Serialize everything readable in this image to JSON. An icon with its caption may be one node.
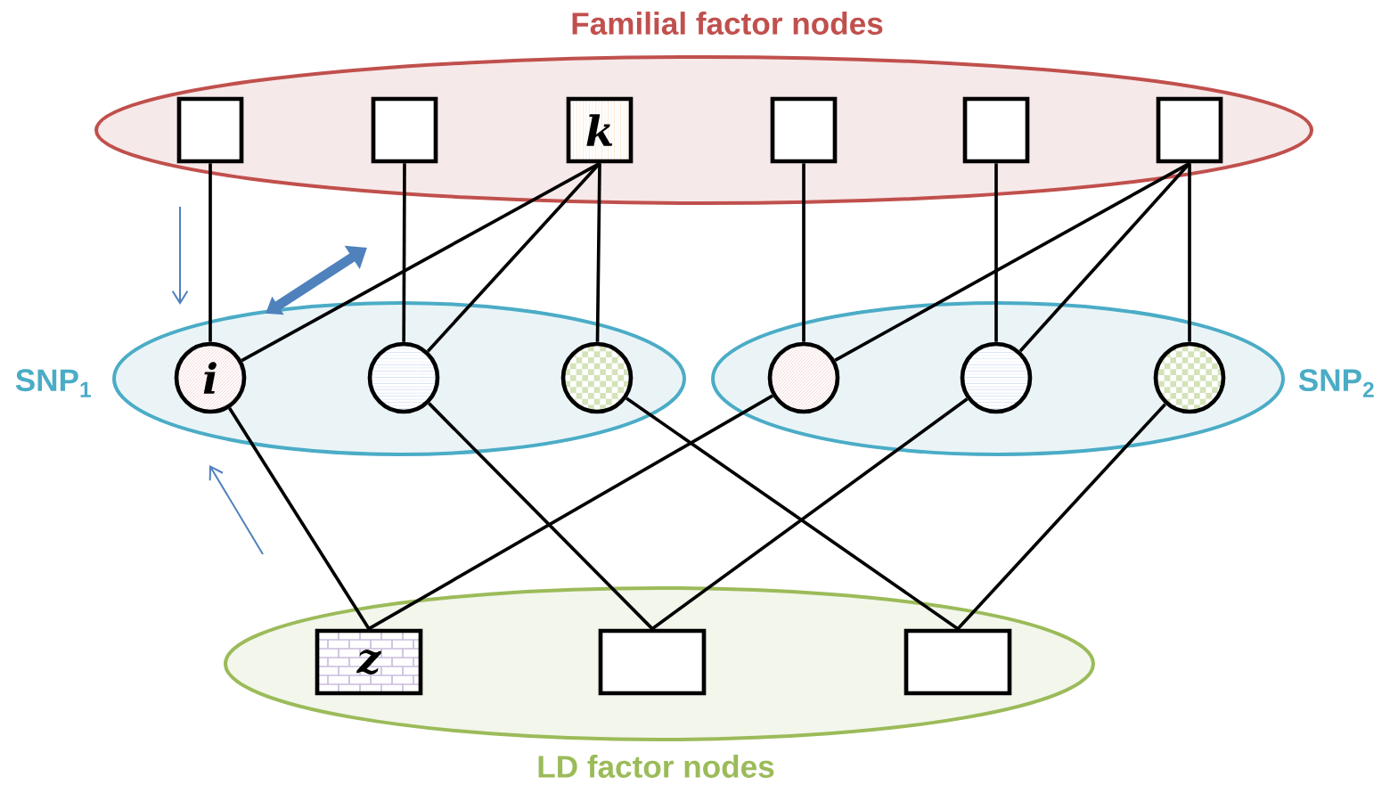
{
  "diagram": {
    "nodes": [
      {
        "text": [
          "Familial factor nodes"
        ]
      },
      {
        "text": [
          "SNP$_{1}$"
        ]
      },
      {
        "text": [
          "SNP$_{2}$"
        ]
      },
      {
        "text": [
          "LD factor nodes"
        ]
      },
      {
        "text": [],
        "shape": "box",
        "in": 0
      },
      {
        "text": [],
        "shape": "box",
        "in": 0
      },
      {
        "text": [
          "k"
        ],
        "in": 0
      },
      {
        "text": [],
        "shape": "box",
        "in": 0
      },
      {
        "text": [],
        "shape": "box",
        "in": 0
      },
      {
        "text": [],
        "shape": "box",
        "in": 0
      },
      {
        "text": [
          "i"
        ],
        "in": 1
      },
      {
        "text": [],
        "shape": "circle",
        "in": 1
      },
      {
        "text": [],
        "shape": "circle",
        "in": 1
      },
      {
        "text": [],
        "shape": "circle",
        "in": 2
      },
      {
        "text": [],
        "shape": "circle",
        "in": 2
      },
      {
        "text": [],
        "shape": "circle",
        "in": 2
      },
      {
        "text": [
          "z"
        ],
        "in": 3
      },
      {
        "text": [],
        "shape": "box",
        "in": 3
      },
      {
        "text": [],
        "shape": "box",
        "in": 3
      }
    ],
    "edges": [
      {
        "from": 4,
        "to": 10,
        "arrow": "none"
      },
      {
        "from": 5,
        "to": 11,
        "arrow": "none"
      },
      {
        "from": 6,
        "to": 10,
        "arrow": "none"
      },
      {
        "from": 6,
        "to": 11,
        "arrow": "none"
      },
      {
        "from": 6,
        "to": 12,
        "arrow": "none"
      },
      {
        "from": 7,
        "to": 13,
        "arrow": "none"
      },
      {
        "from": 9,
        "to": 13,
        "arrow": "none"
      },
      {
        "from": 8,
        "to": 14,
        "arrow": "none"
      },
      {
        "from": 9,
        "to": 14,
        "arrow": "none"
      },
      {
        "from": 9,
        "to": 15,
        "arrow": "none"
      },
      {
        "from": 10,
        "to": 16,
        "arrow": "none"
      },
      {
        "from": 11,
        "to": 17,
        "arrow": "none"
      },
      {
        "from": 12,
        "to": 18,
        "arrow": "none"
      },
      {
        "from": 13,
        "to": 16,
        "arrow": "none"
      },
      {
        "from": 14,
        "to": 17,
        "arrow": "none"
      },
      {
        "from": 15,
        "to": 18,
        "arrow": "none"
      }
    ]
  }
}
